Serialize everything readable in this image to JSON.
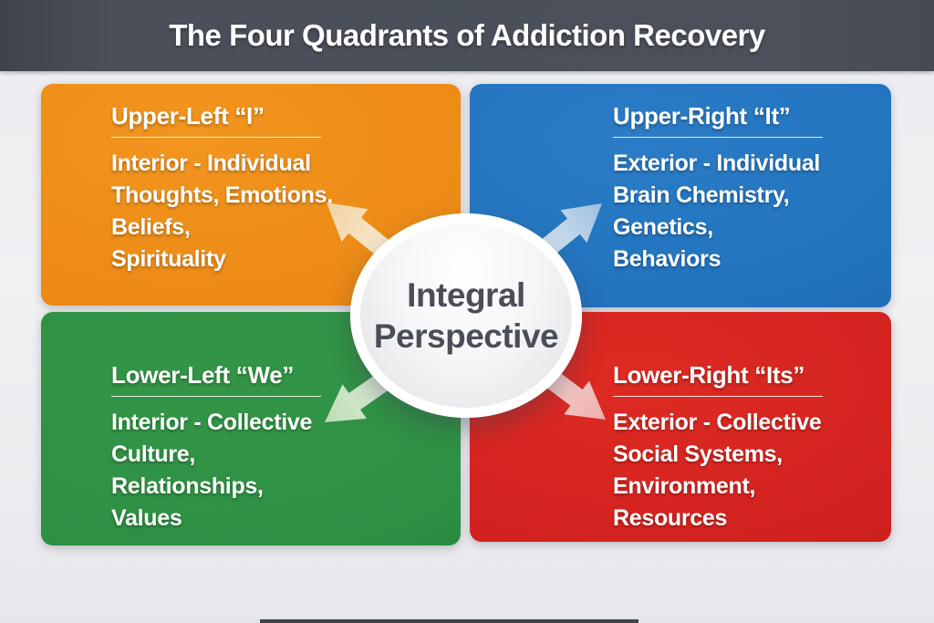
{
  "header": {
    "title": "The Four Quadrants of Addiction Recovery",
    "bg_color": "#4a4f59",
    "text_color": "#ffffff"
  },
  "center_circle": {
    "line1": "Integral",
    "line2": "Perspective",
    "text_color": "#4a4e59",
    "fill_color": "#f0f0f3"
  },
  "quadrants": [
    {
      "position": "upper-left",
      "title": "Upper-Left “I”",
      "lines": [
        "Interior - Individual",
        "Thoughts, Emotions,",
        "Beliefs,",
        "Spirituality"
      ],
      "color": "#ec8a16",
      "arrow_color": "#f0d2a0"
    },
    {
      "position": "upper-right",
      "title": "Upper-Right “It”",
      "lines": [
        "Exterior - Individual",
        "Brain Chemistry,",
        "Genetics,",
        "Behaviors"
      ],
      "color": "#2173be",
      "arrow_color": "#9fc0de"
    },
    {
      "position": "lower-left",
      "title": "Lower-Left “We”",
      "lines": [
        "Interior - Collective",
        "Culture,",
        "Relationships,",
        "Values"
      ],
      "color": "#2d9043",
      "arrow_color": "#bcdcb4"
    },
    {
      "position": "lower-right",
      "title": "Lower-Right “Its”",
      "lines": [
        "Exterior - Collective",
        "Social Systems,",
        "Environment,",
        "Resources"
      ],
      "color": "#d2221f",
      "arrow_color": "#eeadaa"
    }
  ]
}
